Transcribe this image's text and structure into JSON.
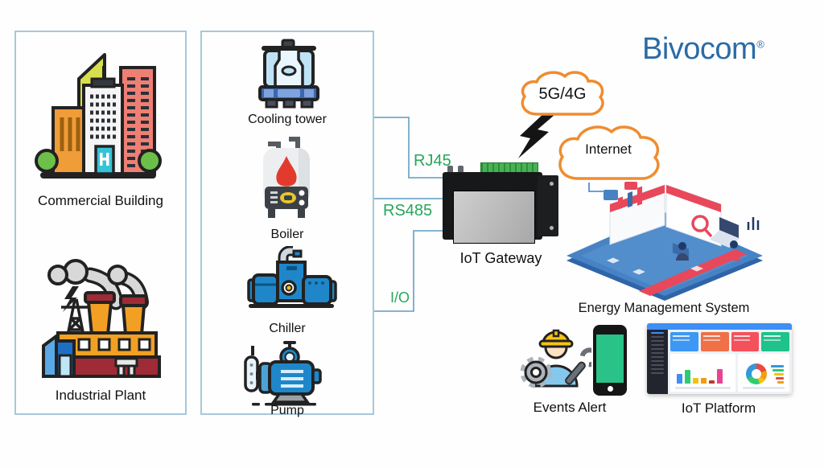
{
  "brand": {
    "name": "Bivocom",
    "registered": "®",
    "color": "#2b6ba6"
  },
  "sources_panel": {
    "items": [
      {
        "label": "Commercial Building",
        "icon": "commercial-building-icon"
      },
      {
        "label": "Industrial Plant",
        "icon": "industrial-plant-icon"
      }
    ]
  },
  "equipment_panel": {
    "items": [
      {
        "label": "Cooling tower",
        "icon": "cooling-tower-icon"
      },
      {
        "label": "Boiler",
        "icon": "boiler-icon"
      },
      {
        "label": "Chiller",
        "icon": "chiller-icon"
      },
      {
        "label": "Pump",
        "icon": "pump-icon"
      }
    ]
  },
  "connections": {
    "ports": [
      {
        "label": "RJ45"
      },
      {
        "label": "RS485"
      },
      {
        "label": "I/O"
      }
    ],
    "port_label_color": "#27a75a",
    "line_color": "#74a9c9"
  },
  "gateway": {
    "label": "IoT Gateway"
  },
  "network": {
    "clouds": [
      {
        "label": "5G/4G"
      },
      {
        "label": "Internet"
      }
    ],
    "cloud_outline_color": "#ef8c30"
  },
  "ems": {
    "label": "Energy Management System"
  },
  "alerts": {
    "label": "Events Alert"
  },
  "platform": {
    "label": "IoT Platform"
  }
}
